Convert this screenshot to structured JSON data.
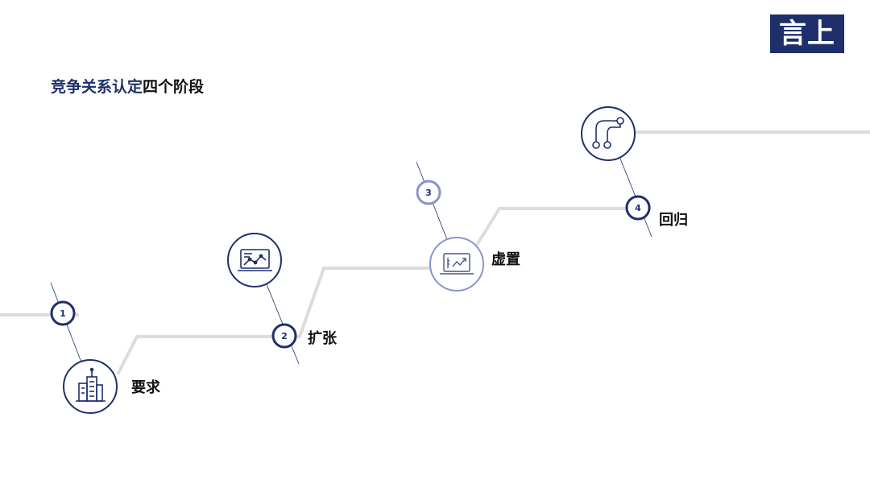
{
  "logo": {
    "text": "言上"
  },
  "title": {
    "highlight": "竞争关系认定",
    "rest": "四个阶段"
  },
  "stages": [
    {
      "number": "1",
      "label": "要求",
      "icon": "building-icon"
    },
    {
      "number": "2",
      "label": "扩张",
      "icon": "line-chart-monitor-icon"
    },
    {
      "number": "3",
      "label": "虚置",
      "icon": "trend-laptop-icon"
    },
    {
      "number": "4",
      "label": "回归",
      "icon": "branch-icon"
    }
  ],
  "colors": {
    "navy": "#1f2f6b",
    "connector": "#dcdcdc",
    "accent_ring": "#8a93c8",
    "text": "#111111"
  }
}
